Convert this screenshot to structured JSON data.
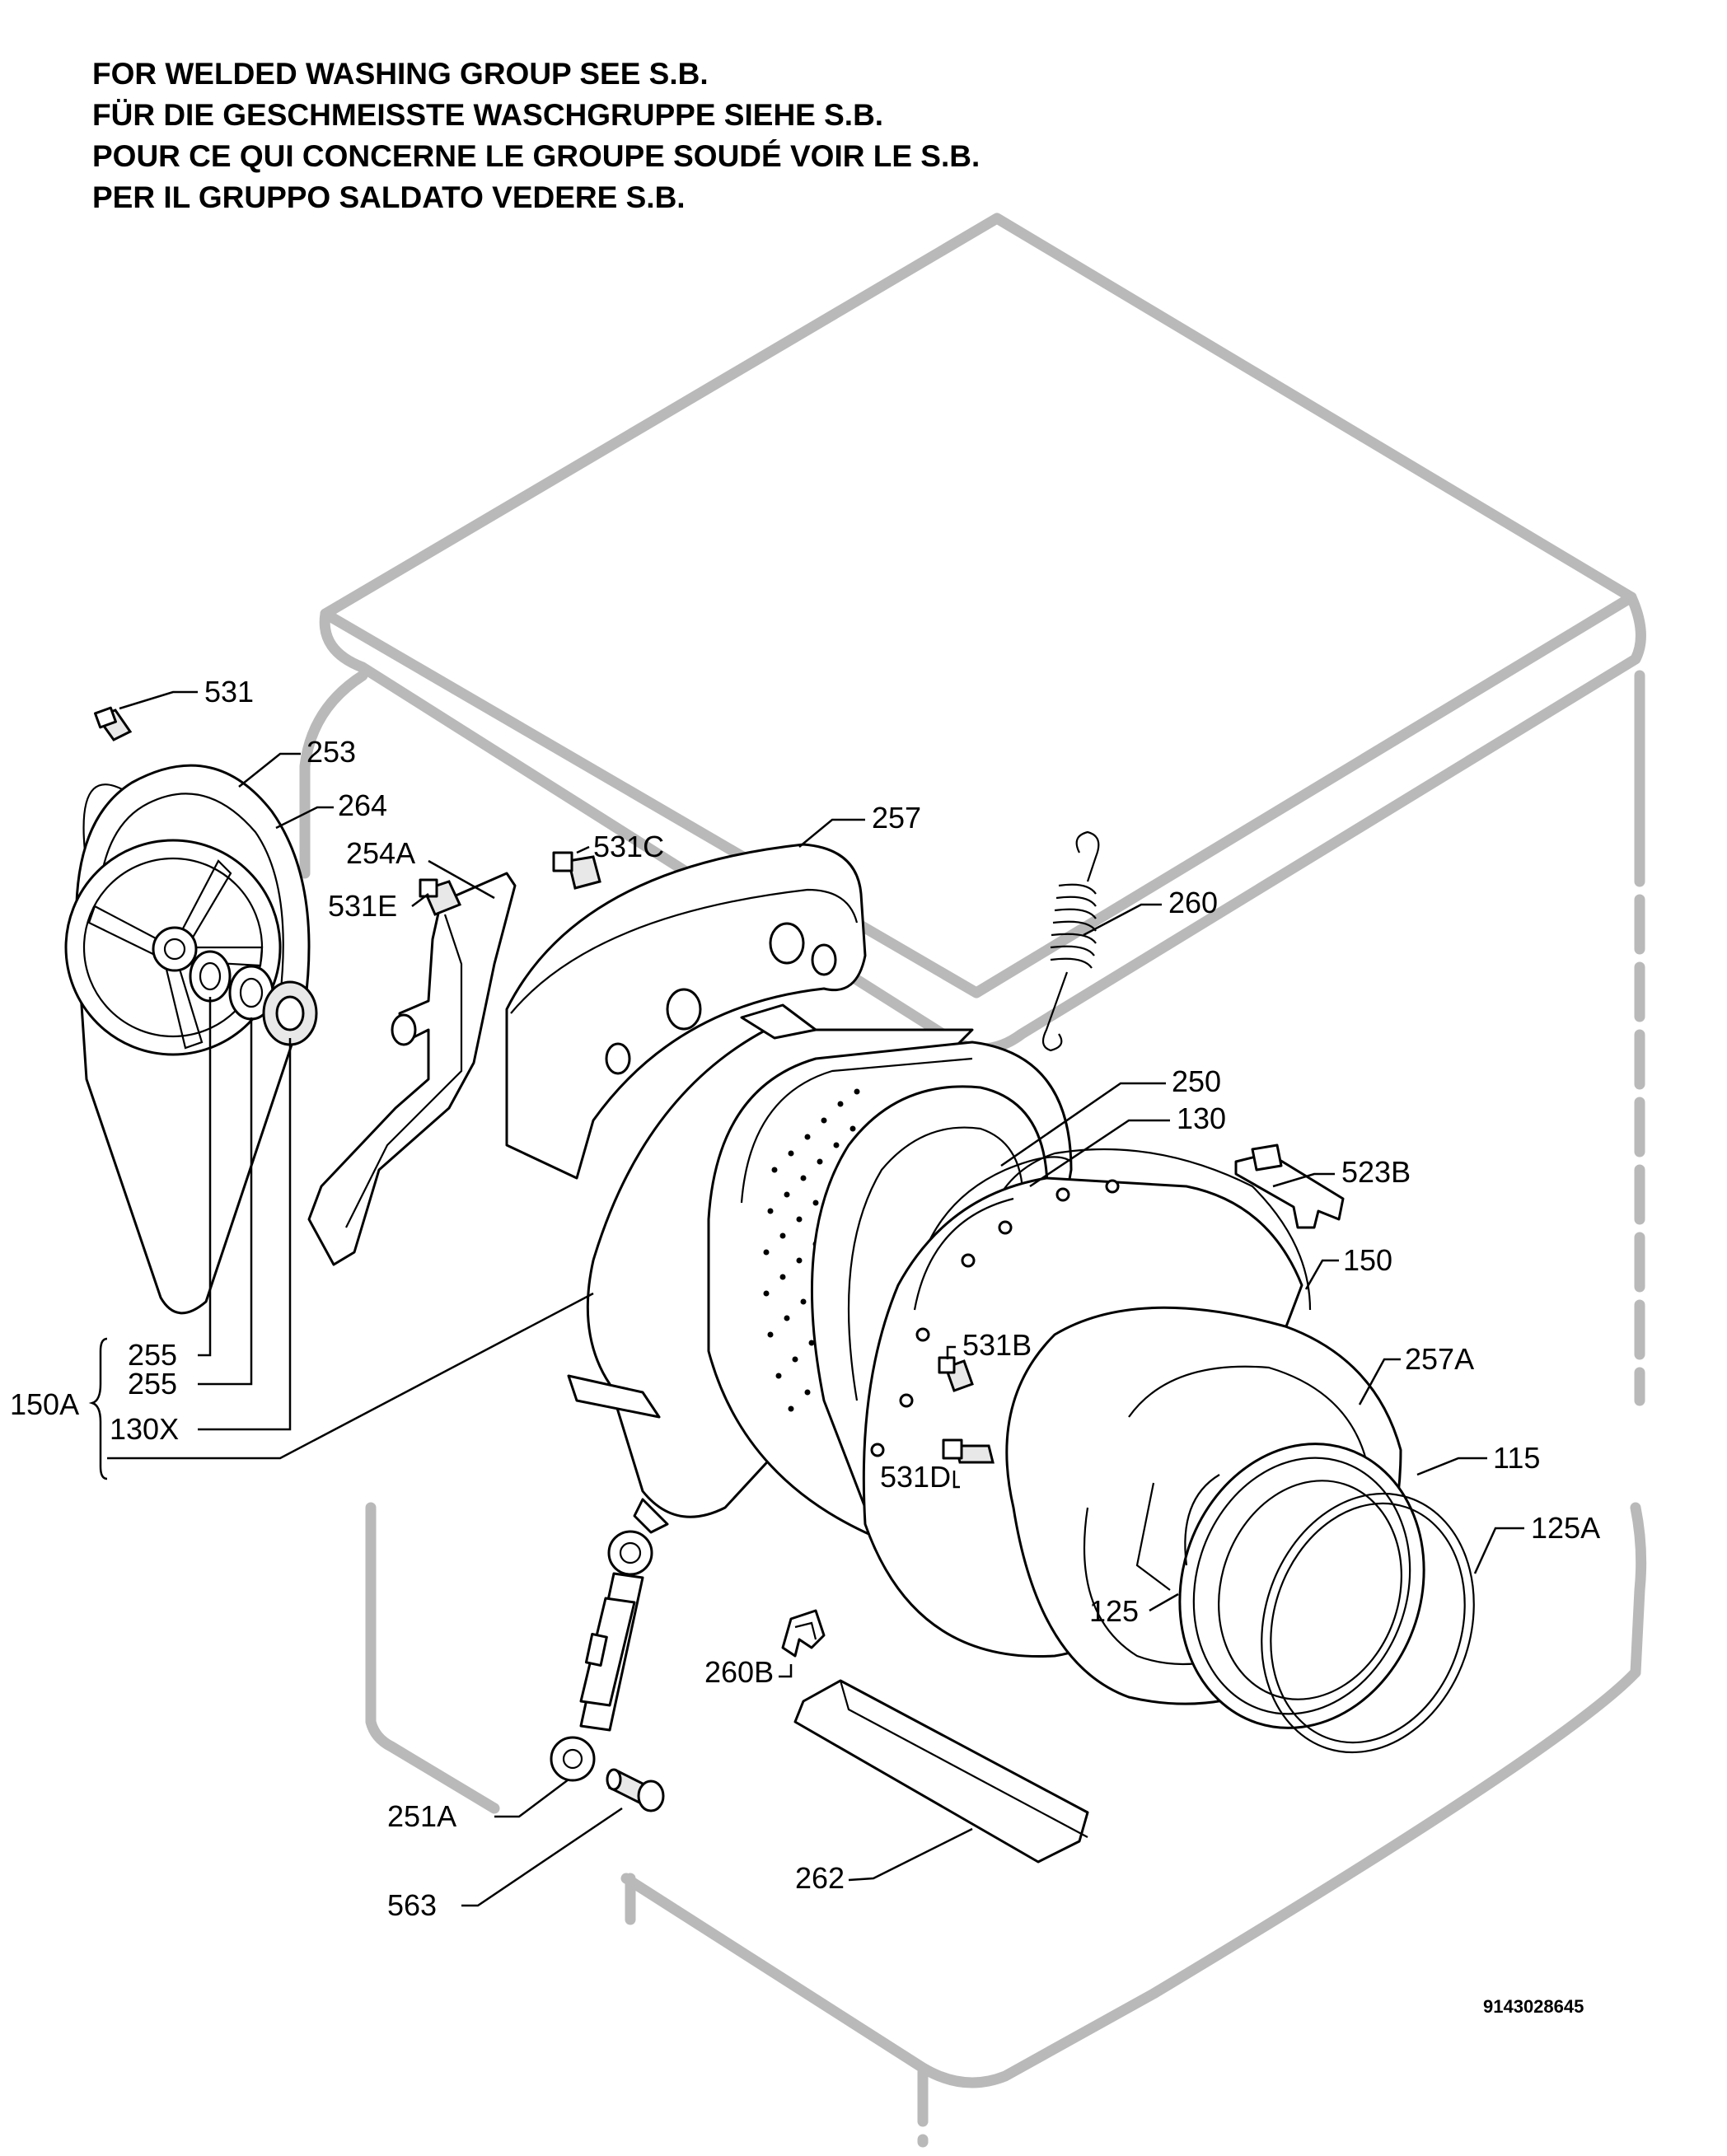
{
  "header": {
    "lines": [
      "FOR WELDED WASHING GROUP SEE S.B.",
      "FÜR DIE GESCHMEISSTE WASCHGRUPPE SIEHE S.B.",
      "POUR CE QUI CONCERNE LE GROUPE SOUDÉ VOIR LE S.B.",
      "PER IL GRUPPO SALDATO VEDERE S.B."
    ]
  },
  "labels": {
    "l531": "531",
    "l253": "253",
    "l264": "264",
    "l254A": "254A",
    "l531C": "531C",
    "l531E": "531E",
    "l257": "257",
    "l260": "260",
    "l250": "250",
    "l130": "130",
    "l523B": "523B",
    "l150": "150",
    "l255a": "255",
    "l255b": "255",
    "l150A": "150A",
    "l130X": "130X",
    "l531B": "531B",
    "l257A": "257A",
    "l115": "115",
    "l531D": "531D",
    "l125A": "125A",
    "l125": "125",
    "l260B": "260B",
    "l251A": "251A",
    "l262": "262",
    "l563": "563"
  },
  "document_id": "9143028645"
}
